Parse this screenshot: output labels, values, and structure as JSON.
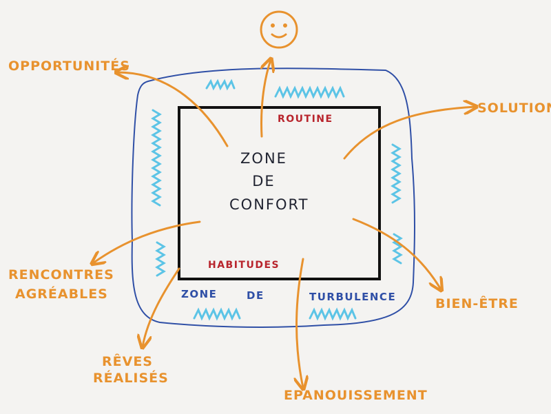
{
  "center": {
    "line1": "ZONE",
    "line2": "DE",
    "line3": "CONFORT"
  },
  "inner_labels": {
    "top": "ROUTINE",
    "bottom": "HABITUDES"
  },
  "outer_zone": {
    "word1": "ZONE",
    "word2": "DE",
    "word3": "TURBULENCE"
  },
  "outcomes": {
    "opportunites": "OPPORTUNITÉS",
    "solution": "SOLUTION",
    "rencontres_line1": "RENCONTRES",
    "rencontres_line2": "AGRÉABLES",
    "bien_etre": "BIEN-ÊTRE",
    "reves_line1": "RÊVES",
    "reves_line2": "RÉALISÉS",
    "epanouissement": "EPANOUISSEMENT"
  },
  "colors": {
    "orange": "#e8922e",
    "blue_outline": "#2f4fa6",
    "light_blue": "#5cc4e6",
    "black": "#111111",
    "red": "#b8242c"
  },
  "icons": [
    "smiley-icon"
  ]
}
